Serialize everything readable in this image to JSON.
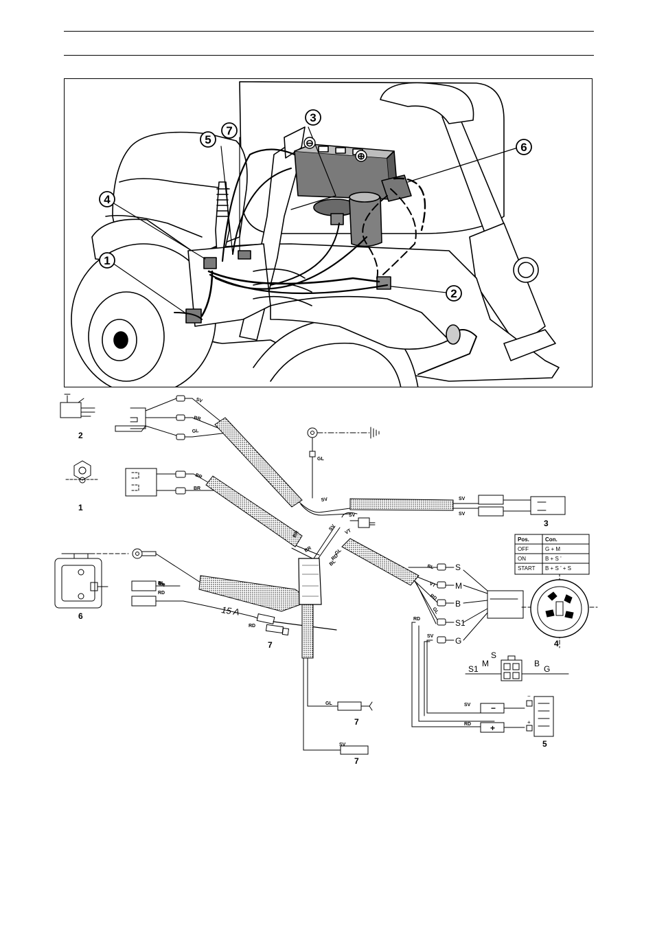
{
  "callouts": [
    "1",
    "2",
    "3",
    "4",
    "5",
    "6",
    "7"
  ],
  "battery": {
    "minus": "⊖",
    "plus": "⊕"
  },
  "wire_colors": {
    "sv": "SV",
    "br": "BR",
    "gl": "GL",
    "bl": "BL",
    "rd": "RD",
    "vt": "VT"
  },
  "fuse_label": "15 A",
  "switch_terminals": {
    "s": "S",
    "m": "M",
    "b": "B",
    "s1": "S1",
    "g": "G"
  },
  "position_table": {
    "headers": [
      "Pos.",
      "Con."
    ],
    "rows": [
      [
        "OFF",
        "G + M"
      ],
      [
        "ON",
        "B + S ’"
      ],
      [
        "START",
        "B + S ’ + S"
      ]
    ]
  },
  "battery_symbols": {
    "minus": "−",
    "plus": "+"
  }
}
